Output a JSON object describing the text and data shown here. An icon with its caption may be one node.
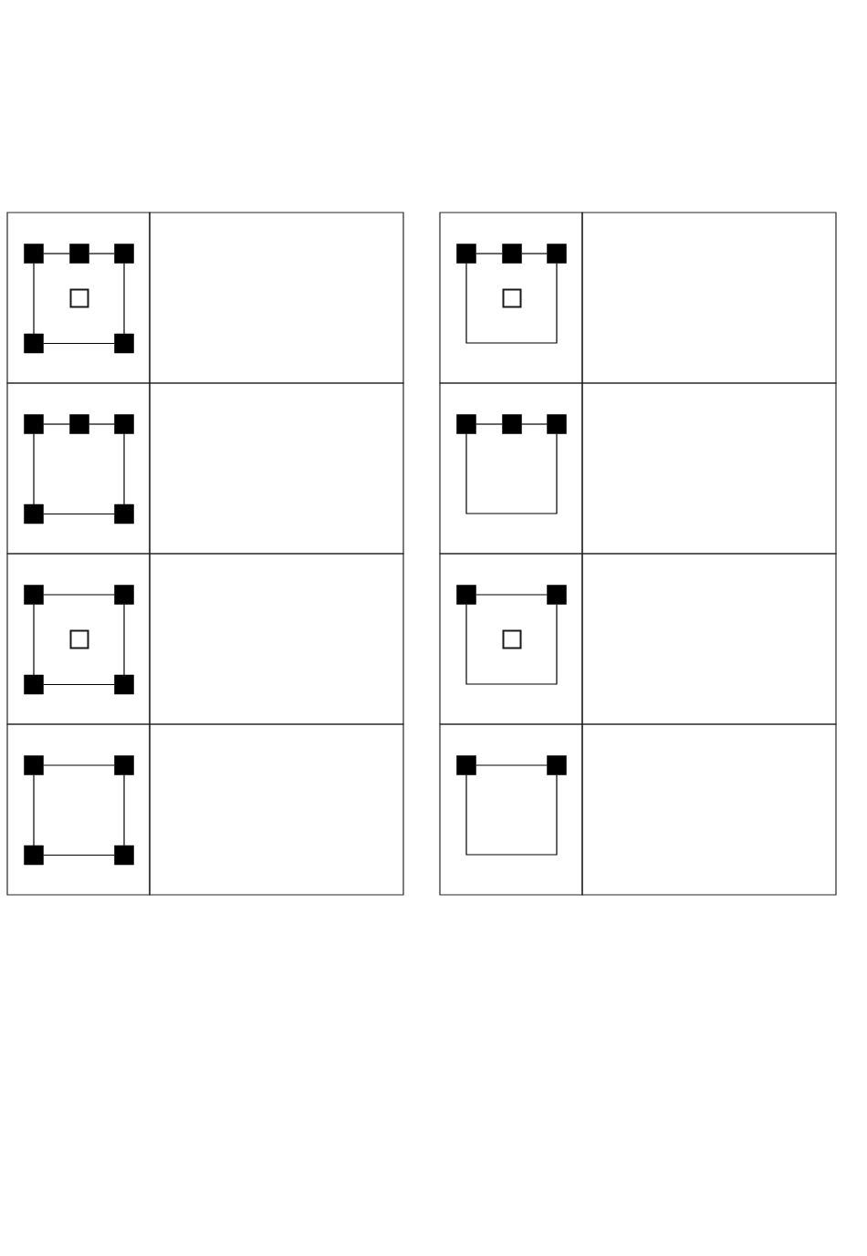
{
  "diagram": {
    "nodes": [
      {
        "text": [],
        "shape": "box"
      },
      {
        "text": [],
        "shape": "box"
      },
      {
        "text": [],
        "shape": "box"
      },
      {
        "text": [],
        "shape": "box"
      },
      {
        "text": [],
        "shape": "box"
      },
      {
        "text": [],
        "shape": "box"
      },
      {
        "text": [],
        "shape": "box"
      },
      {
        "text": [],
        "shape": "box"
      },
      {
        "text": [],
        "shape": "box"
      },
      {
        "text": [],
        "shape": "box"
      },
      {
        "text": [],
        "shape": "box"
      },
      {
        "text": [],
        "shape": "box"
      },
      {
        "text": [],
        "shape": "box"
      },
      {
        "text": [],
        "shape": "box"
      },
      {
        "text": [],
        "shape": "box"
      },
      {
        "text": [],
        "shape": "box"
      },
      {
        "text": [],
        "shape": "box"
      },
      {
        "text": [],
        "shape": "box"
      },
      {
        "text": [],
        "shape": "box"
      },
      {
        "text": [],
        "shape": "box"
      },
      {
        "text": [],
        "shape": "box"
      },
      {
        "text": [],
        "shape": "box"
      },
      {
        "text": [],
        "shape": "box"
      },
      {
        "text": [],
        "shape": "box"
      },
      {
        "text": [],
        "shape": "box"
      },
      {
        "text": [],
        "shape": "box"
      },
      {
        "text": [],
        "shape": "box"
      },
      {
        "text": [],
        "shape": "box"
      },
      {
        "text": [],
        "shape": "box"
      },
      {
        "text": [],
        "shape": "box"
      },
      {
        "text": [],
        "shape": "box"
      },
      {
        "text": [],
        "shape": "box"
      }
    ],
    "edges": [
      {
        "from": 0,
        "to": 1,
        "arrow": "none"
      },
      {
        "from": 1,
        "to": 2,
        "arrow": "none"
      },
      {
        "from": 0,
        "to": 4,
        "arrow": "none"
      },
      {
        "from": 2,
        "to": 5,
        "arrow": "none"
      },
      {
        "from": 4,
        "to": 5,
        "arrow": "none"
      },
      {
        "from": 6,
        "to": 7,
        "arrow": "none"
      },
      {
        "from": 7,
        "to": 8,
        "arrow": "none"
      },
      {
        "from": 6,
        "to": 9,
        "arrow": "none"
      },
      {
        "from": 8,
        "to": 10,
        "arrow": "none"
      },
      {
        "from": 9,
        "to": 10,
        "arrow": "none"
      },
      {
        "from": 11,
        "to": 12,
        "arrow": "none"
      },
      {
        "from": 11,
        "to": 14,
        "arrow": "none"
      },
      {
        "from": 12,
        "to": 15,
        "arrow": "none"
      },
      {
        "from": 14,
        "to": 15,
        "arrow": "none"
      },
      {
        "from": 16,
        "to": 17,
        "arrow": "none"
      },
      {
        "from": 16,
        "to": 18,
        "arrow": "none"
      },
      {
        "from": 17,
        "to": 19,
        "arrow": "none"
      },
      {
        "from": 18,
        "to": 19,
        "arrow": "none"
      },
      {
        "from": 20,
        "to": 21,
        "arrow": "none"
      },
      {
        "from": 21,
        "to": 22,
        "arrow": "none"
      },
      {
        "from": 20,
        "to": 22,
        "arrow": "none"
      },
      {
        "from": 24,
        "to": 25,
        "arrow": "none"
      },
      {
        "from": 25,
        "to": 26,
        "arrow": "none"
      },
      {
        "from": 24,
        "to": 26,
        "arrow": "none"
      },
      {
        "from": 27,
        "to": 28,
        "arrow": "none"
      },
      {
        "from": 27,
        "to": 28,
        "arrow": "none"
      },
      {
        "from": 30,
        "to": 31,
        "arrow": "none"
      },
      {
        "from": 30,
        "to": 31,
        "arrow": "none"
      }
    ]
  }
}
